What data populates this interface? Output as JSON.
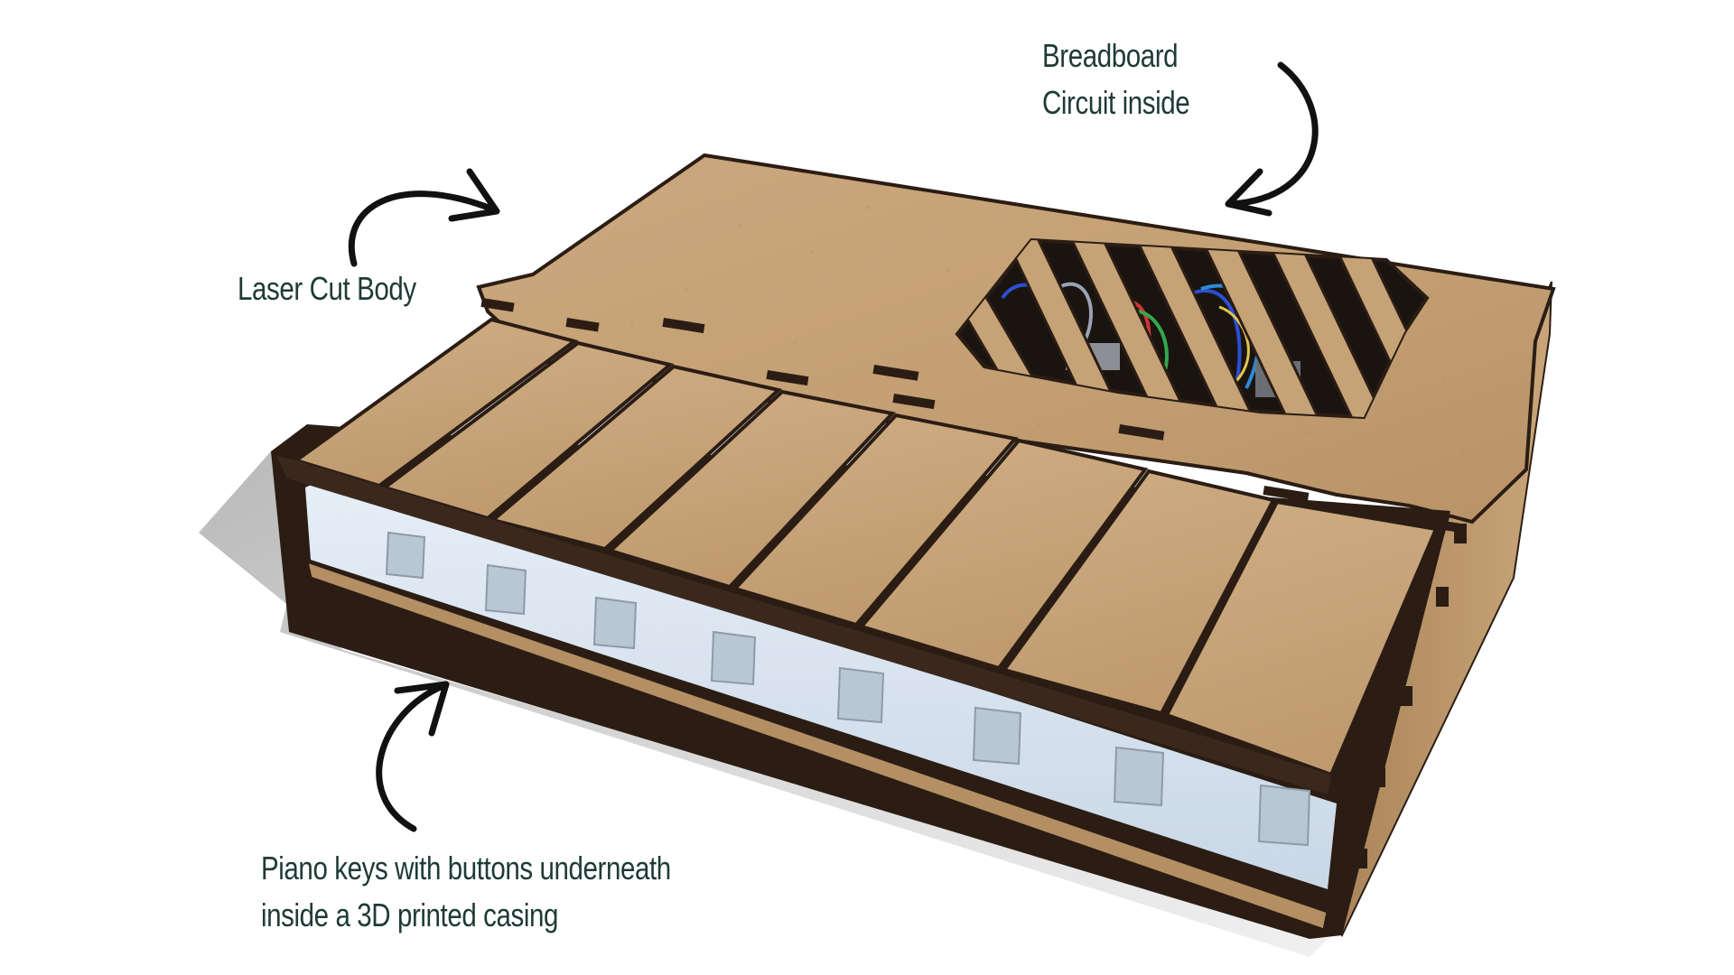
{
  "annotations": {
    "breadboard": {
      "lines": [
        "Breadboard",
        "Circuit inside"
      ]
    },
    "laser_cut": {
      "lines": [
        "Laser Cut Body"
      ]
    },
    "piano_keys": {
      "lines": [
        "Piano keys with buttons underneath",
        "inside a 3D printed casing"
      ]
    }
  },
  "piano": {
    "key_count": 8,
    "vent_slat_count": 7
  },
  "colors": {
    "background": "#ffffff",
    "wood_top": "#c8a47a",
    "wood_edge": "#2b1d14",
    "printed_casing": "#dbe6f1",
    "text": "#1f3a36",
    "arrow": "#111111"
  }
}
